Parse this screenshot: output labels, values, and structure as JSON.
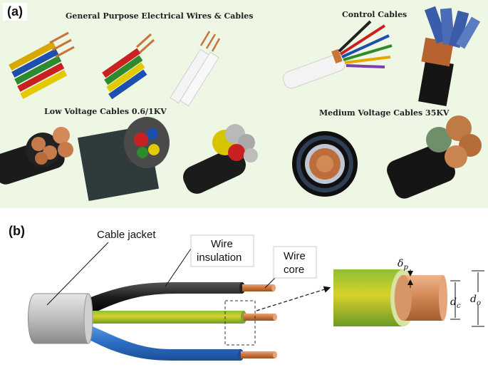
{
  "panel_a": {
    "label": "(a)",
    "captions": {
      "general": "General Purpose Electrical Wires & Cables",
      "control": "Control Cables",
      "low_voltage": "Low Voltage Cables 0.6/1KV",
      "medium_voltage": "Medium Voltage Cables 35KV"
    }
  },
  "panel_b": {
    "label": "(b)",
    "labels": {
      "cable_jacket": "Cable jacket",
      "wire_insulation_1": "Wire",
      "wire_insulation_2": "insulation",
      "wire_core_1": "Wire",
      "wire_core_2": "core"
    },
    "symbols": {
      "delta": "δ",
      "delta_sub": "p",
      "dc": "d",
      "dc_sub": "c",
      "do": "d",
      "do_sub": "o"
    }
  }
}
